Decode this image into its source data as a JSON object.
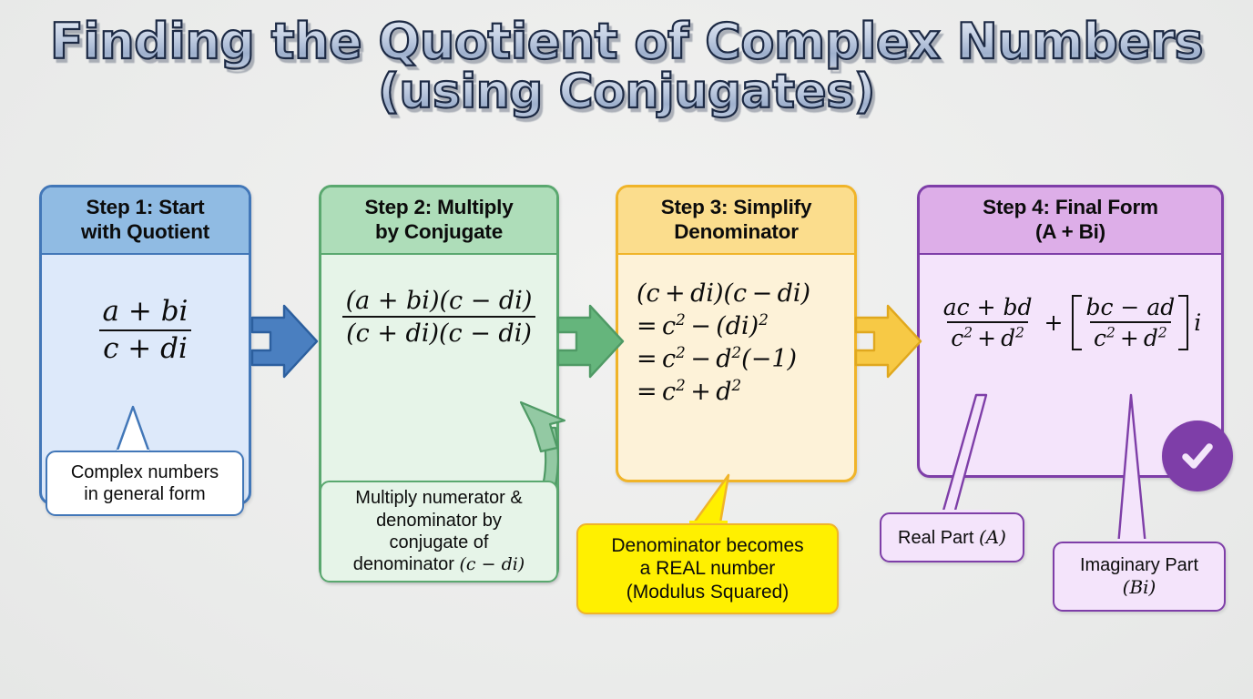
{
  "title": {
    "line1": "Finding the Quotient of Complex Numbers",
    "line2": "(using Conjugates)",
    "fill_color": "#b9c6dc",
    "outline_color": "#1d2a44"
  },
  "steps": [
    {
      "id": "step1",
      "header": "Step 1: Start with Quotient",
      "header_line1": "Step 1: Start",
      "header_line2": "with Quotient",
      "accent_color": "#4277b8",
      "header_color": "#90bbe3",
      "body_color": "#dde9fa",
      "formula_numerator": "a + bi",
      "formula_denominator": "c + di",
      "callout": "Complex numbers in general form",
      "callout_line1": "Complex numbers",
      "callout_line2": "in general form"
    },
    {
      "id": "step2",
      "header": "Step 2: Multiply by Conjugate",
      "header_line1": "Step 2: Multiply",
      "header_line2": "by Conjugate",
      "accent_color": "#5aa86f",
      "header_color": "#aeddb9",
      "body_color": "#e6f4e8",
      "formula_numerator": "(a + bi)(c − di)",
      "formula_denominator": "(c + di)(c − di)",
      "callout": "Multiply numerator & denominator by conjugate of denominator (c − di)",
      "callout_line1": "Multiply numerator &",
      "callout_line2": "denominator by",
      "callout_line3": "conjugate of",
      "callout_line4_text": "denominator",
      "callout_line4_math": "(c − di)"
    },
    {
      "id": "step3",
      "header": "Step 3: Simplify Denominator",
      "header_line1": "Step 3: Simplify",
      "header_line2": "Denominator",
      "accent_color": "#f0b429",
      "header_color": "#fbdd8d",
      "body_color": "#fdf2d8",
      "lines": [
        "(c + di)(c − di)",
        "= c² − (di)²",
        "= c² − d²(−1)",
        "= c² + d²"
      ],
      "callout": "Denominator becomes a REAL number (Modulus Squared)",
      "callout_line1": "Denominator becomes",
      "callout_line2": "a REAL number",
      "callout_line3": "(Modulus Squared)",
      "callout_color": "#fff000"
    },
    {
      "id": "step4",
      "header": "Step 4: Final Form (A + Bi)",
      "header_line1": "Step 4: Final Form",
      "header_line2": "(A + Bi)",
      "accent_color": "#7e3ea8",
      "header_color": "#ddaee8",
      "body_color": "#f4e4fb",
      "term1_numerator": "ac + bd",
      "term1_denominator": "c² + d²",
      "operator": "+",
      "term2_numerator": "bc − ad",
      "term2_denominator": "c² + d²",
      "suffix": "i",
      "callout_real": "Real Part (A)",
      "callout_real_text": "Real Part",
      "callout_real_math": "(A)",
      "callout_imag_line1": "Imaginary Part",
      "callout_imag_line2": "(Bi)"
    }
  ],
  "arrows": [
    {
      "name": "arrow-step1-to-step2",
      "color": "#4277b8",
      "fill": "#4a7fc0"
    },
    {
      "name": "arrow-step2-to-step3",
      "color": "#4f9a65",
      "fill": "#65b57c"
    },
    {
      "name": "arrow-step3-to-step4",
      "color": "#e0a81e",
      "fill": "#f7c945"
    },
    {
      "name": "curved-arrow-conjugate",
      "color": "#4f9a65",
      "fill": "#93c9a3"
    }
  ],
  "badge": {
    "name": "check-badge",
    "icon": "check-icon",
    "color": "#7e3ea8"
  },
  "background_color": "#eceded"
}
